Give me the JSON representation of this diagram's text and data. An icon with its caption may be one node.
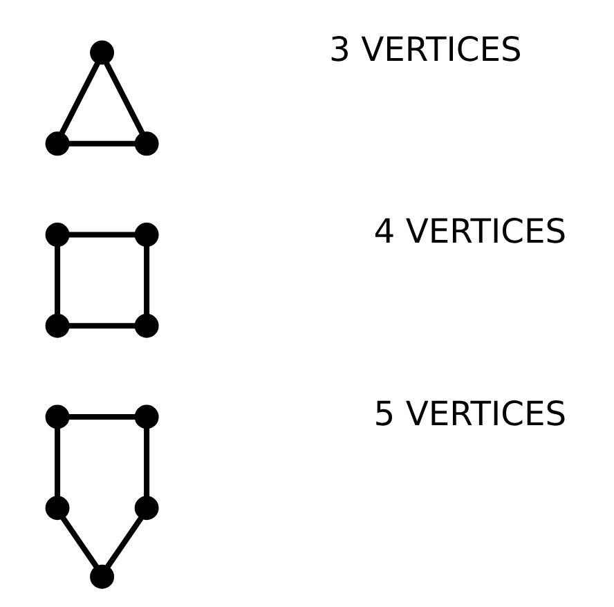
{
  "diagram": {
    "nodes": [
      {
        "text": [],
        "shape": "circle"
      },
      {
        "text": [],
        "shape": "circle"
      },
      {
        "text": [],
        "shape": "circle"
      },
      {
        "text": [],
        "shape": "circle"
      },
      {
        "text": [],
        "shape": "circle"
      },
      {
        "text": [],
        "shape": "circle"
      },
      {
        "text": [],
        "shape": "circle"
      },
      {
        "text": [],
        "shape": "circle"
      },
      {
        "text": [],
        "shape": "circle"
      },
      {
        "text": [],
        "shape": "circle"
      },
      {
        "text": [],
        "shape": "circle"
      },
      {
        "text": [],
        "shape": "circle"
      }
    ],
    "edges": [
      {
        "from": 0,
        "to": 1,
        "arrow": "none"
      },
      {
        "from": 0,
        "to": 2,
        "arrow": "none"
      },
      {
        "from": 1,
        "to": 2,
        "arrow": "none"
      },
      {
        "from": 3,
        "to": 4,
        "arrow": "none"
      },
      {
        "from": 3,
        "to": 5,
        "arrow": "none"
      },
      {
        "from": 4,
        "to": 6,
        "arrow": "none"
      },
      {
        "from": 5,
        "to": 6,
        "arrow": "none"
      },
      {
        "from": 7,
        "to": 8,
        "arrow": "none"
      },
      {
        "from": 7,
        "to": 9,
        "arrow": "none"
      },
      {
        "from": 8,
        "to": 10,
        "arrow": "none"
      },
      {
        "from": 9,
        "to": 11,
        "arrow": "none"
      },
      {
        "from": 10,
        "to": 11,
        "arrow": "none"
      }
    ],
    "labels": [
      "3 VERTICES",
      "4 VERTICES",
      "5 VERTICES"
    ]
  }
}
